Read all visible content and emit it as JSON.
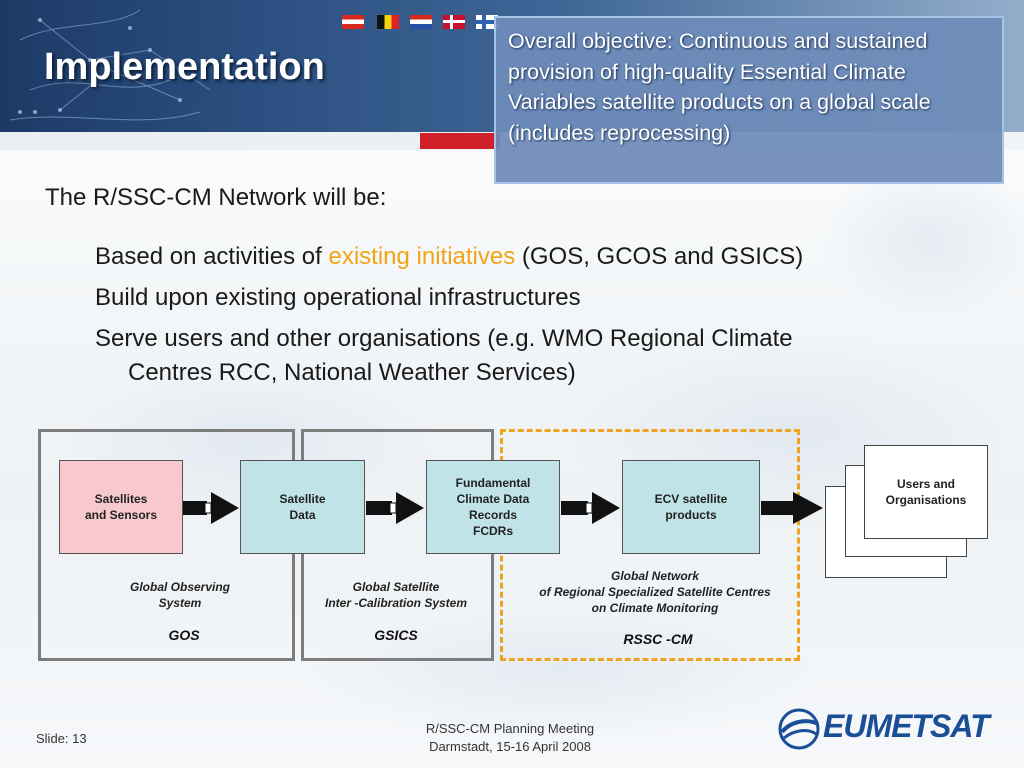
{
  "slide": {
    "title": "Implementation",
    "callout": "Overall objective:  Continuous and sustained provision of high-quality Essential Climate Variables satellite products on a global scale (includes reprocessing)",
    "intro": "The R/SSC-CM Network will be:",
    "bullets": {
      "b1_pre": "Based on activities of ",
      "b1_highlight": "existing initiatives",
      "b1_post": " (GOS, GCOS and GSICS)",
      "b2": "Build upon existing operational infrastructures",
      "b3_line1": "Serve users and other organisations (e.g. WMO Regional Climate",
      "b3_line2": "Centres RCC, National Weather Services)"
    }
  },
  "diagram": {
    "nodes": {
      "satellites": [
        "Satellites",
        "and Sensors"
      ],
      "satellite_data": [
        "Satellite",
        "Data"
      ],
      "fcdr": [
        "Fundamental",
        "Climate Data",
        "Records",
        "FCDRs"
      ],
      "ecv": [
        "ECV satellite",
        "products"
      ],
      "users": [
        "Users and",
        "Organisations"
      ]
    },
    "regions": {
      "gos_caption": [
        "Global Observing",
        "System"
      ],
      "gos_acronym": "GOS",
      "gsics_caption": [
        "Global Satellite",
        "Inter -Calibration System"
      ],
      "gsics_acronym": "GSICS",
      "rssc_caption": [
        "Global Network",
        "of Regional Specialized Satellite Centres",
        "on Climate Monitoring"
      ],
      "rssc_acronym": "RSSC -CM"
    }
  },
  "footer": {
    "slide_label": "Slide: 13",
    "meeting_line1": "R/SSC-CM Planning Meeting",
    "meeting_line2": "Darmstadt, 15-16 April 2008",
    "logo_text": "EUMETSAT"
  },
  "colors": {
    "highlight": "#f3a316",
    "node_cyan": "#bfe3e6",
    "node_pink": "#f7c9cc",
    "dashed_border": "#eea321",
    "logo_blue": "#1a4e96"
  }
}
